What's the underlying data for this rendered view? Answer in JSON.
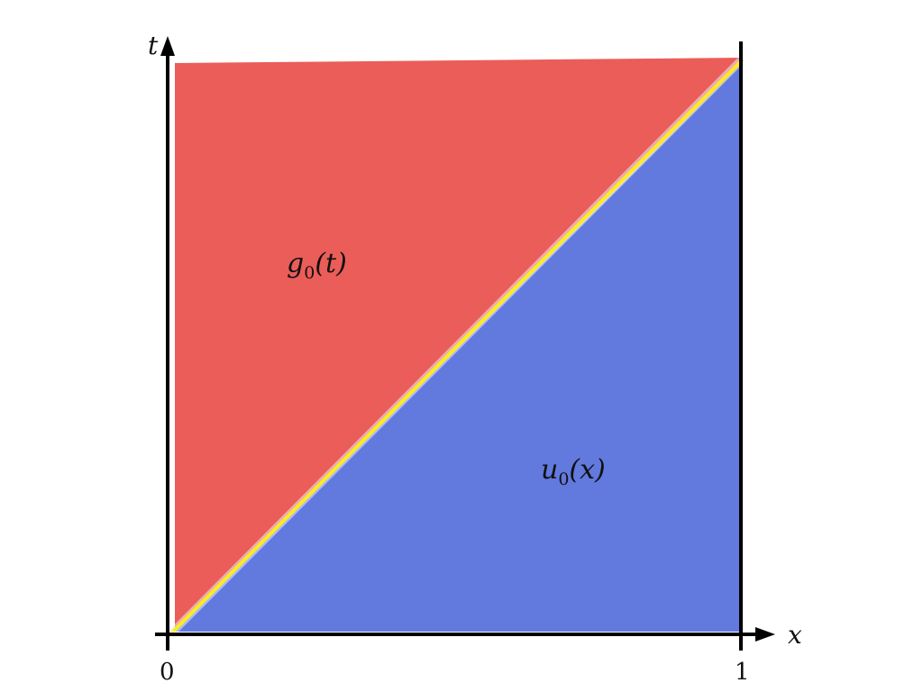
{
  "colors": {
    "upper_region": "#EB5D58",
    "lower_region": "#6279DE",
    "boundary": "#FFEB1F",
    "axes": "#000000",
    "background": "#FFFFFF"
  },
  "axes": {
    "x_label": "x",
    "t_label": "t",
    "x_ticks": [
      "0",
      "1"
    ]
  },
  "regions": {
    "upper_label_main": "g",
    "upper_label_sub": "0",
    "upper_label_arg": "(t)",
    "lower_label_main": "u",
    "lower_label_sub": "0",
    "lower_label_arg": "(x)"
  }
}
